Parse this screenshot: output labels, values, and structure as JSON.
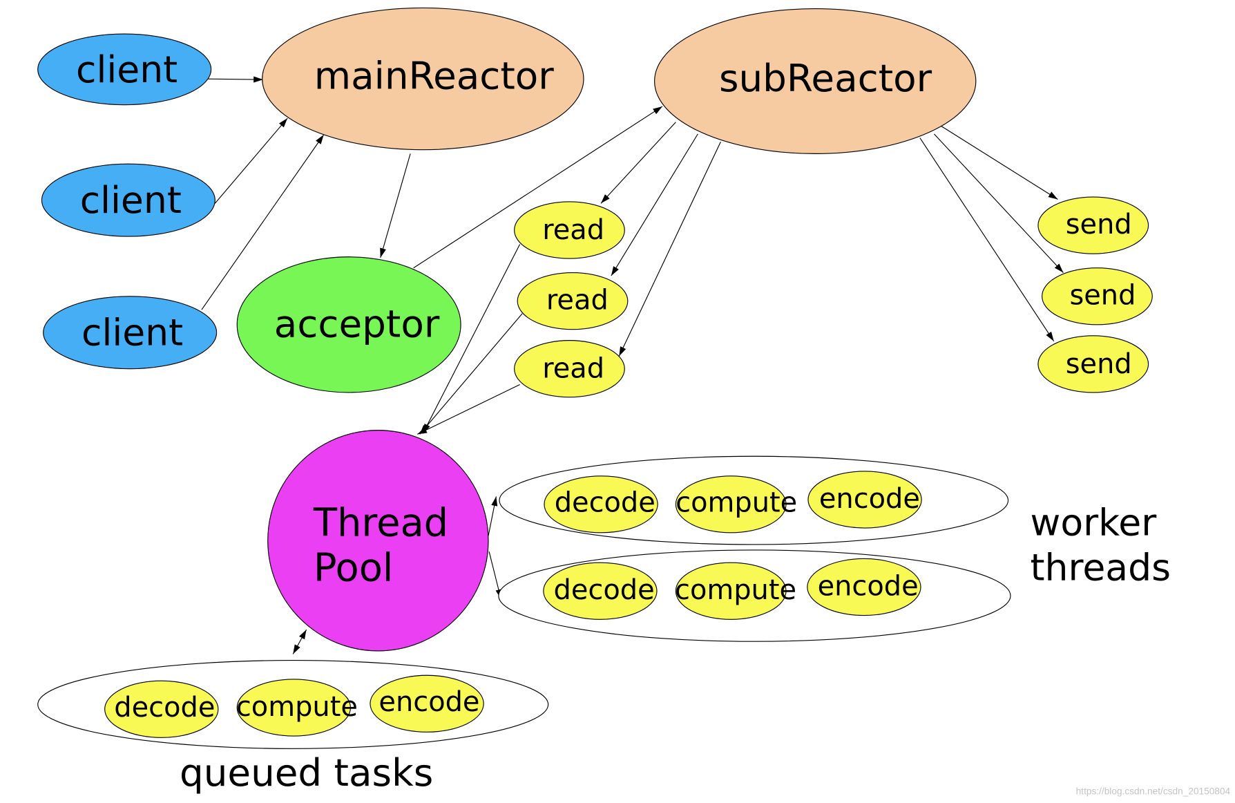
{
  "colors": {
    "client": "#45aef5",
    "reactor": "#f7cba1",
    "acceptor": "#77f655",
    "task": "#f9f955",
    "thread_pool": "#ea3ff2",
    "outline": "#000000",
    "watermark": "#c4c4c4"
  },
  "clients": [
    {
      "label": "client"
    },
    {
      "label": "client"
    },
    {
      "label": "client"
    }
  ],
  "main_reactor": {
    "label": "mainReactor"
  },
  "sub_reactor": {
    "label": "subReactor"
  },
  "acceptor": {
    "label": "acceptor"
  },
  "reads": [
    {
      "label": "read"
    },
    {
      "label": "read"
    },
    {
      "label": "read"
    }
  ],
  "sends": [
    {
      "label": "send"
    },
    {
      "label": "send"
    },
    {
      "label": "send"
    }
  ],
  "thread_pool": {
    "line1": "Thread",
    "line2": "Pool"
  },
  "worker_threads": {
    "rows": [
      {
        "tasks": [
          "decode",
          "compute",
          "encode"
        ]
      },
      {
        "tasks": [
          "decode",
          "compute",
          "encode"
        ]
      }
    ],
    "label_line1": "worker",
    "label_line2": "threads"
  },
  "queued_tasks": {
    "tasks": [
      "decode",
      "compute",
      "encode"
    ],
    "label": "queued tasks"
  },
  "watermark": "https://blog.csdn.net/csdn_20150804"
}
